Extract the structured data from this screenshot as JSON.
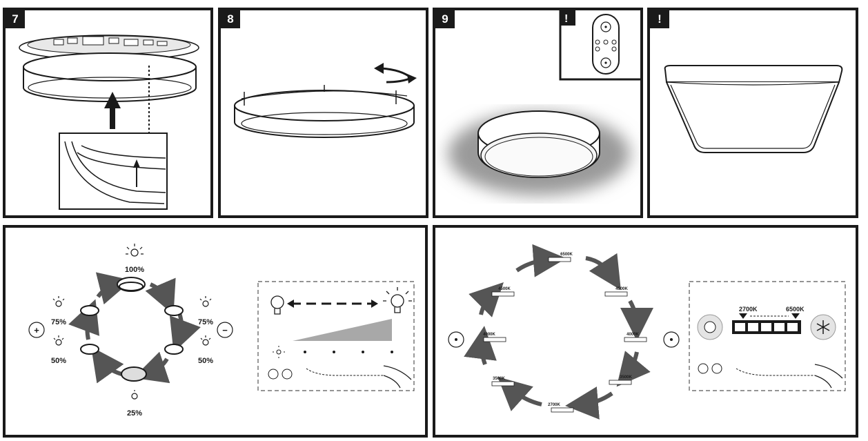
{
  "steps": {
    "step7": "7",
    "step8": "8",
    "step9": "9",
    "note1": "!",
    "note2": "!"
  },
  "brightness": {
    "levels": {
      "top": "100%",
      "right_upper": "75%",
      "right_lower": "50%",
      "bottom": "25%",
      "left_upper": "75%",
      "left_lower": "50%"
    },
    "plus_symbol": "+",
    "minus_symbol": "−"
  },
  "color_temperature": {
    "cycle": {
      "top": "6500K",
      "right_upper": "4500K",
      "right_mid": "4000K",
      "right_lower": "3500K",
      "bottom": "2700K",
      "left_lower": "3500K",
      "left_mid": "4000K",
      "left_upper": "4500K"
    },
    "range_min": "2700K",
    "range_max": "6500K"
  },
  "colors": {
    "ink": "#1a1a1a",
    "arrow_gray": "#555555",
    "halo": "#9a9a9a",
    "ramp": "#a8a8a8"
  }
}
